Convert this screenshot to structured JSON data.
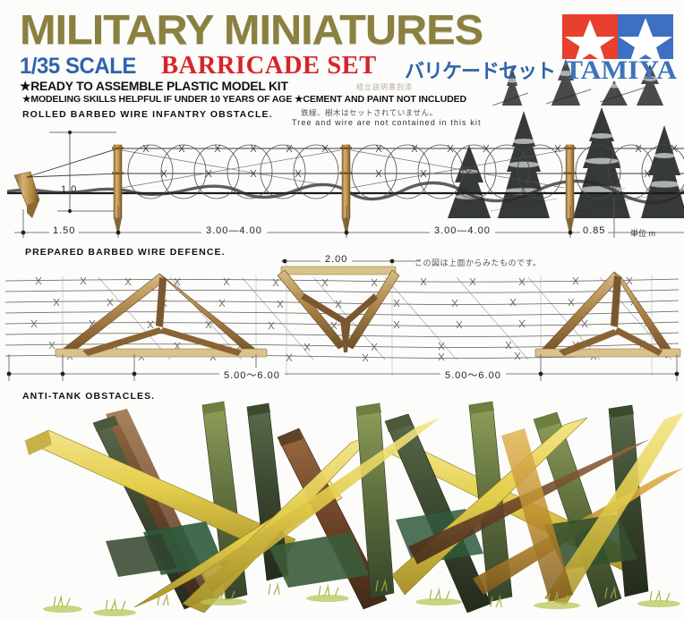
{
  "header": {
    "main_title": "MILITARY MINIATURES",
    "scale": "1/35 SCALE",
    "product_name": "BARRICADE SET",
    "product_name_jp": "バリケードセット",
    "tagline_1": "★READY TO ASSEMBLE PLASTIC MODEL KIT",
    "tagline_2": "★MODELING SKILLS HELPFUL IF UNDER 10 YEARS OF AGE ★CEMENT AND PAINT NOT INCLUDED",
    "jp_faint_note": "組立説明書別添",
    "brand": "TAMIYA",
    "colors": {
      "title_olive": "#8a8040",
      "product_red": "#d8232a",
      "brand_blue": "#3f72bd",
      "logo_red": "#e8402e",
      "logo_blue": "#3d6fc4"
    }
  },
  "diagram1": {
    "title": "ROLLED BARBED WIRE INFANTRY OBSTACLE.",
    "note_jp": "鉄線、樹木はセットされていません。",
    "note_en": "Tree and wire are not contained in this kit",
    "height_dim": "1.0",
    "dims": [
      "1.50",
      "3.00—4.00",
      "3.00—4.00",
      "0.85"
    ],
    "unit_label": "単位 m"
  },
  "diagram2": {
    "title": "PREPARED BARBED WIRE DEFENCE.",
    "top_dim": "2.00",
    "note_jp": "この図は上面からみたものです。",
    "bottom_dims": [
      "5.00～6.00",
      "5.00～6.00"
    ]
  },
  "diagram3": {
    "title": "ANTI-TANK OBSTACLES.",
    "colors": {
      "yellow": "#e8d24a",
      "olive": "#8d9440",
      "dark_green": "#3f4f37",
      "brown": "#6b4a32",
      "rust": "#8a5a34",
      "grass": "#b8c45a"
    }
  }
}
